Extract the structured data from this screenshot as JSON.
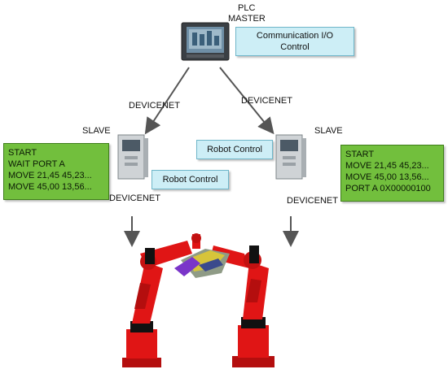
{
  "master": {
    "title_line1": "PLC",
    "title_line2": "MASTER",
    "callout": "Communication I/O Control"
  },
  "network": {
    "left_link": "DEVICENET",
    "right_link": "DEVICENET",
    "left_drop": "DEVICENET",
    "right_drop": "DEVICENET"
  },
  "slave_left": {
    "label": "SLAVE",
    "callout": "Robot Control",
    "program": [
      "START",
      "WAIT PORT A",
      "MOVE 21,45 45,23...",
      "MOVE 45,00 13,56..."
    ]
  },
  "slave_right": {
    "label": "SLAVE",
    "callout": "Robot Control",
    "program": [
      "START",
      "MOVE 21,45 45,23...",
      "MOVE 45,00 13,56...",
      "PORT A 0X00000100"
    ]
  },
  "colors": {
    "robot_red": "#e01515",
    "callout_bg": "#cdeef6",
    "code_bg": "#72bf3d",
    "arrow": "#555555"
  }
}
